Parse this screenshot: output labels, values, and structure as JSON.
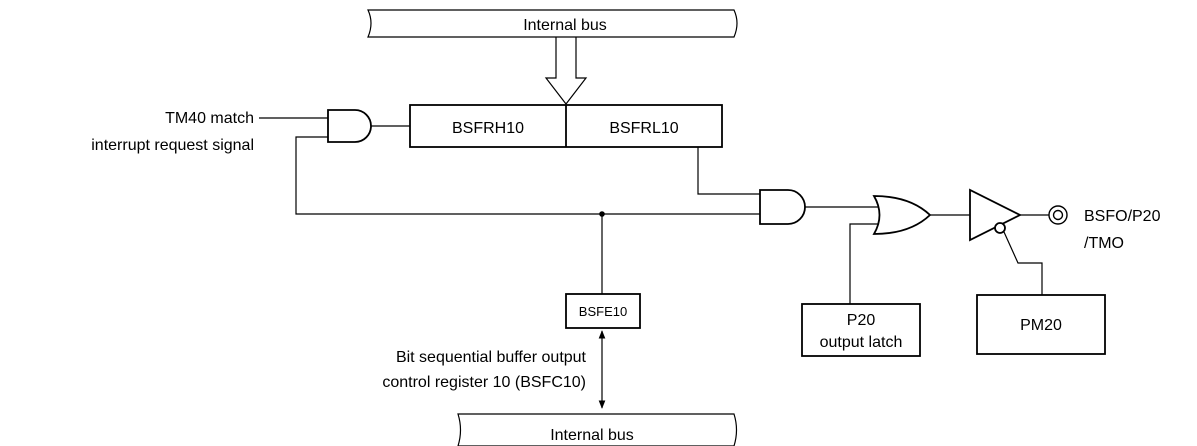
{
  "internal_bus_top": "Internal bus",
  "internal_bus_bottom": "Internal bus",
  "input_signal": {
    "line1": "TM40 match",
    "line2": "interrupt request signal"
  },
  "register_high": "BSFRH10",
  "register_low": "BSFRL10",
  "enable_bit": "BSFE10",
  "control_register": {
    "line1": "Bit sequential buffer output",
    "line2": "control register 10 (BSFC10)"
  },
  "output_latch": {
    "line1": "P20",
    "line2": "output latch"
  },
  "mode_register": "PM20",
  "output_pin": {
    "line1": "BSFO/P20",
    "line2": "/TMO"
  }
}
